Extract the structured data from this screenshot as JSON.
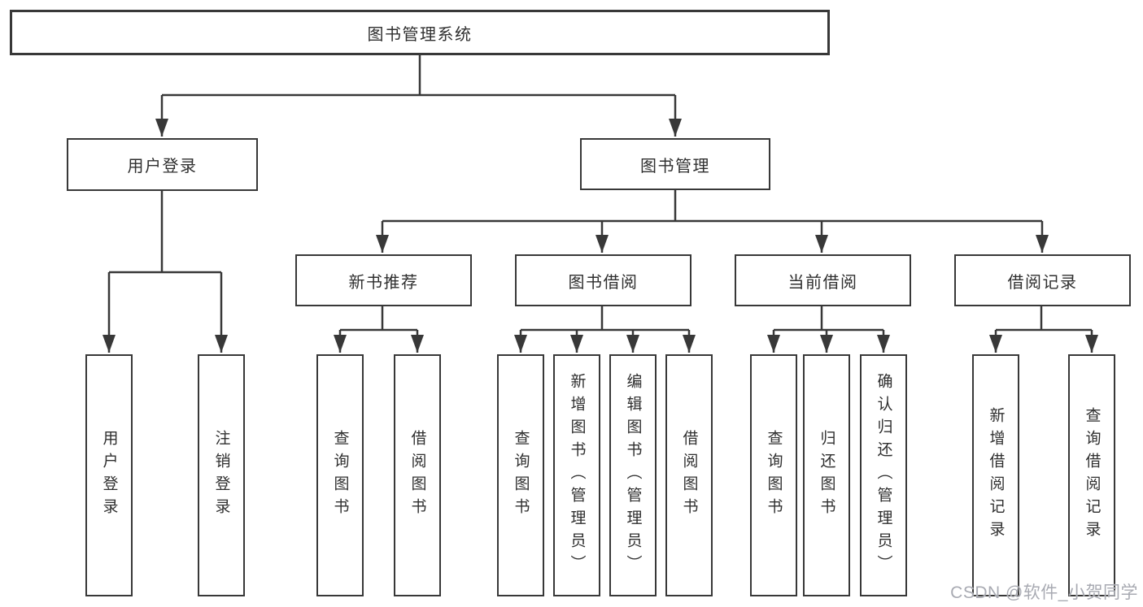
{
  "colors": {
    "background": "#ffffff",
    "line": "#383838",
    "box_border": "#383838",
    "text": "#2f2f2f",
    "watermark": "#a8aab2"
  },
  "tree": {
    "root": {
      "label": "图书管理系统"
    },
    "user_login": {
      "label": "用户登录",
      "children": {
        "login": {
          "label": "用户登录"
        },
        "logout": {
          "label": "注销登录"
        }
      }
    },
    "book_mgmt": {
      "label": "图书管理",
      "children": {
        "new_book_rec": {
          "label": "新书推荐",
          "children": {
            "query_book": {
              "label": "查询图书"
            },
            "borrow_book": {
              "label": "借阅图书"
            }
          }
        },
        "book_borrow": {
          "label": "图书借阅",
          "children": {
            "query_book": {
              "label": "查询图书"
            },
            "add_book": {
              "label": "新增图书（管理员）"
            },
            "edit_book": {
              "label": "编辑图书（管理员）"
            },
            "borrow_book": {
              "label": "借阅图书"
            }
          }
        },
        "current_borrow": {
          "label": "当前借阅",
          "children": {
            "query_book": {
              "label": "查询图书"
            },
            "return_book": {
              "label": "归还图书"
            },
            "confirm_return": {
              "label": "确认归还（管理员）"
            }
          }
        },
        "borrow_record": {
          "label": "借阅记录",
          "children": {
            "add_record": {
              "label": "新增借阅记录"
            },
            "query_record": {
              "label": "查询借阅记录"
            }
          }
        }
      }
    }
  },
  "watermark": "CSDN @软件_小贺同学"
}
